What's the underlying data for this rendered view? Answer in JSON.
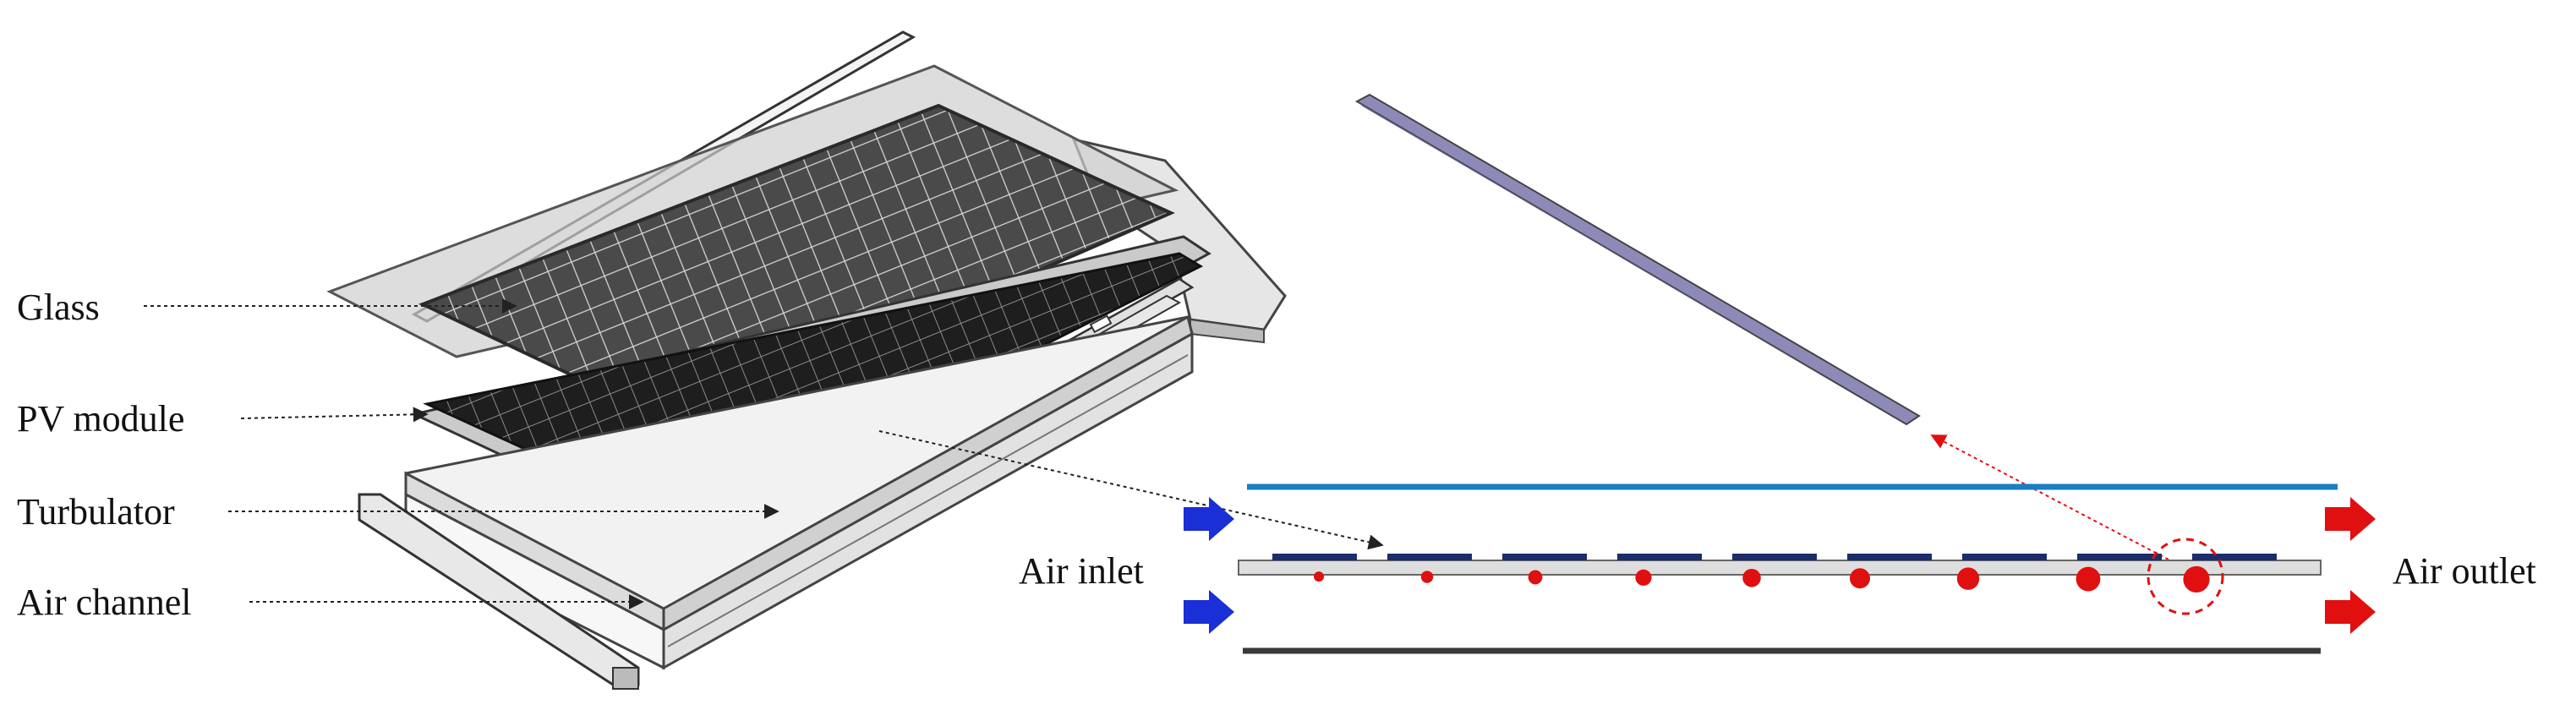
{
  "labels": {
    "glass": "Glass",
    "pv_module": "PV module",
    "turbulator": "Turbulator",
    "air_channel": "Air channel",
    "air_inlet": "Air inlet",
    "air_outlet": "Air outlet"
  },
  "colors": {
    "glass_line": "#1a7fc1",
    "inlet_arrow": "#1a2fd6",
    "outlet_arrow": "#e01010",
    "turbulator_dot": "#e01010",
    "segment": "#1c2d6b",
    "plate": "#dedede",
    "bottom_line": "#3a3a3a",
    "detail_bar": "#8e8ab8",
    "callout": "#e01010"
  },
  "cross_section": {
    "segment_count": 9,
    "dot_count": 9
  }
}
